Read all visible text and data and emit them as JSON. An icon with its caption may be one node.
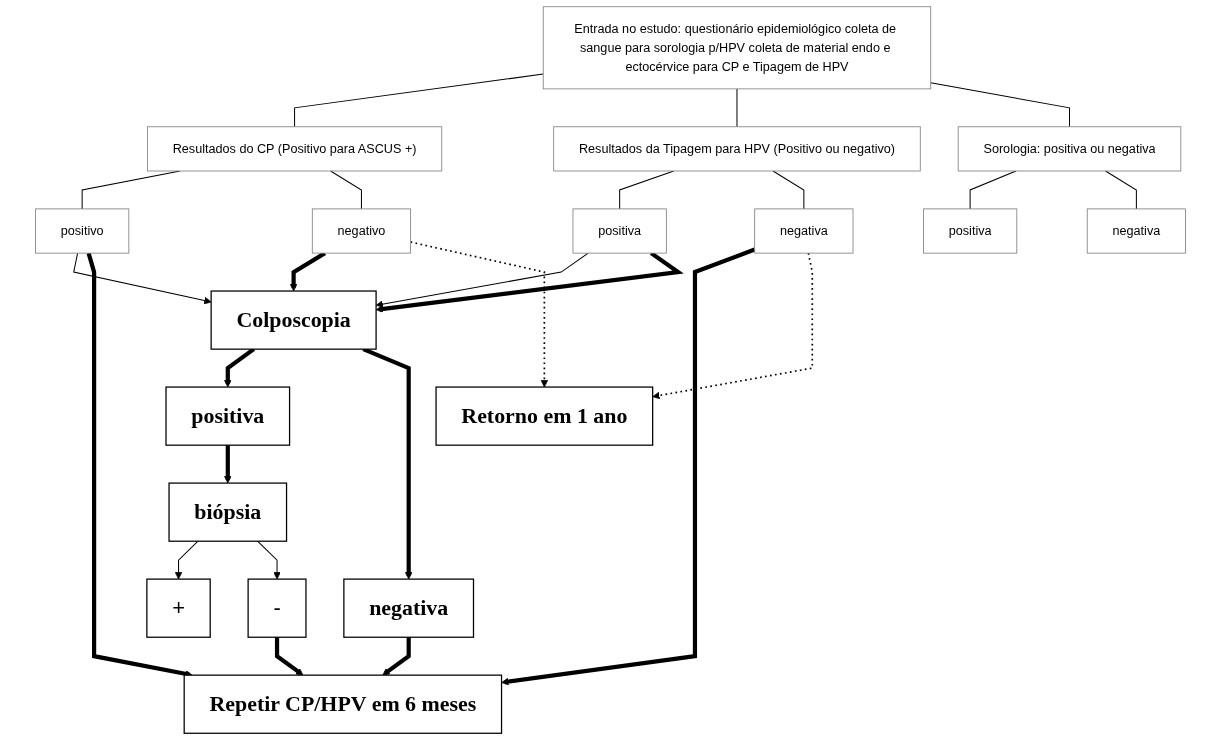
{
  "diagram": {
    "nodes": [
      {
        "text": [
          "Entrada no estudo: questionário epidemiológico coleta de sangue para sorologia p/HPV coleta de material endo e ectocérvice para CP e Tipagem de HPV"
        ]
      },
      {
        "text": [
          "Resultados do CP (Positivo para ASCUS +)"
        ]
      },
      {
        "text": [
          "Resultados da Tipagem para HPV (Positivo ou negativo)"
        ]
      },
      {
        "text": [
          "Sorologia: positiva ou negativa"
        ]
      },
      {
        "text": [
          "positivo"
        ]
      },
      {
        "text": [
          "negativo"
        ]
      },
      {
        "text": [
          "positiva"
        ]
      },
      {
        "text": [
          "negativa"
        ]
      },
      {
        "text": [
          "positiva"
        ]
      },
      {
        "text": [
          "negativa"
        ]
      },
      {
        "text": [
          "Retorno em 1 ano"
        ]
      },
      {
        "text": [
          "Colposcopia"
        ]
      },
      {
        "text": [
          "positiva"
        ]
      },
      {
        "text": [
          "negativa"
        ]
      },
      {
        "text": [
          "biópsia"
        ]
      },
      {
        "text": [
          "+"
        ]
      },
      {
        "text": [
          "-"
        ]
      },
      {
        "text": [
          "Repetir CP/HPV em 6 meses"
        ]
      }
    ],
    "edges": [
      {
        "from": 0,
        "to": 1,
        "arrow": "none"
      },
      {
        "from": 0,
        "to": 2,
        "arrow": "none"
      },
      {
        "from": 0,
        "to": 3,
        "arrow": "none"
      },
      {
        "from": 1,
        "to": 4,
        "arrow": "none"
      },
      {
        "from": 1,
        "to": 5,
        "arrow": "none"
      },
      {
        "from": 2,
        "to": 6,
        "arrow": "none"
      },
      {
        "from": 2,
        "to": 7,
        "arrow": "none"
      },
      {
        "from": 3,
        "to": 8,
        "arrow": "none"
      },
      {
        "from": 3,
        "to": 9,
        "arrow": "none"
      },
      {
        "from": 4,
        "to": 11,
        "arrow": "to"
      },
      {
        "from": 6,
        "to": 11,
        "arrow": "to"
      },
      {
        "from": 5,
        "to": 11,
        "arrow": "to",
        "style": "thick"
      },
      {
        "from": 6,
        "to": 11,
        "arrow": "to",
        "style": "thick"
      },
      {
        "from": 4,
        "to": 17,
        "arrow": "to",
        "style": "thick"
      },
      {
        "from": 7,
        "to": 17,
        "arrow": "to",
        "style": "thick"
      },
      {
        "from": 5,
        "to": 10,
        "arrow": "to",
        "style": "dashed"
      },
      {
        "from": 7,
        "to": 10,
        "arrow": "to",
        "style": "dashed"
      },
      {
        "from": 11,
        "to": 12,
        "arrow": "to",
        "style": "thick"
      },
      {
        "from": 11,
        "to": 13,
        "arrow": "to",
        "style": "thick"
      },
      {
        "from": 12,
        "to": 14,
        "arrow": "to",
        "style": "thick"
      },
      {
        "from": 14,
        "to": 15,
        "arrow": "to"
      },
      {
        "from": 14,
        "to": 16,
        "arrow": "to"
      },
      {
        "from": 13,
        "to": 17,
        "arrow": "to",
        "style": "thick"
      },
      {
        "from": 16,
        "to": 17,
        "arrow": "to",
        "style": "thick"
      }
    ]
  }
}
